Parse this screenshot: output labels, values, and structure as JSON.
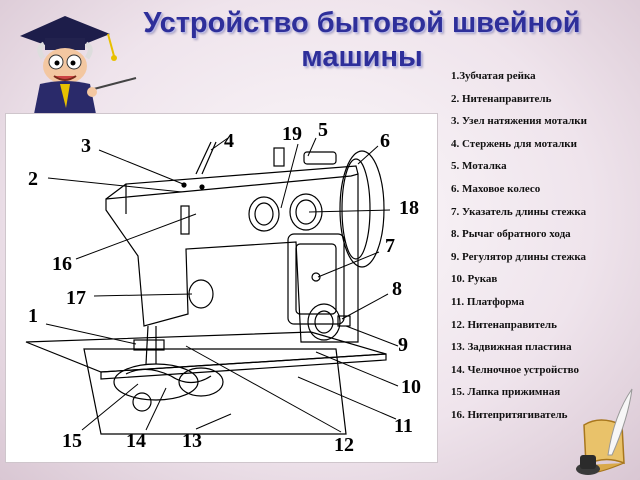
{
  "title": {
    "line1": "Устройство бытовой швейной",
    "line2": "машины"
  },
  "legend": [
    "1.Зубчатая рейка",
    "2. Нитенаправитель",
    "3. Узел натяжения моталки",
    "4. Стержень для моталки",
    "5. Моталка",
    "6. Маховое колесо",
    "7. Указатель длины стежка",
    "8. Рычаг обратного хода",
    "9. Регулятор длины стежка",
    "10. Рукав",
    "11. Платформа",
    "12. Нитенаправитель",
    "13. Задвижная пластина",
    "14. Челночное устройство",
    "15. Лапка прижимная",
    "16. Нитепритягиватель"
  ],
  "callouts": [
    "1",
    "2",
    "3",
    "4",
    "5",
    "6",
    "7",
    "8",
    "9",
    "10",
    "11",
    "12",
    "13",
    "14",
    "15",
    "16",
    "17",
    "18",
    "19"
  ],
  "colors": {
    "title": "#2e2f9a",
    "line": "#000000",
    "background": "#efe4ec"
  },
  "icons": {
    "mascot": "professor-owl-icon",
    "decoration": "quill-scroll-icon"
  }
}
